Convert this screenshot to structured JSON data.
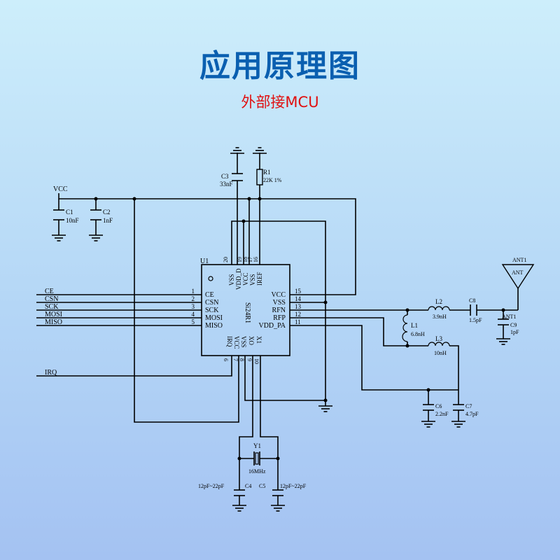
{
  "title": "应用原理图",
  "subtitle": "外部接MCU",
  "colors": {
    "title": "#0a5fb0",
    "subtitle": "#e01010",
    "wire": "#000000"
  },
  "chip": {
    "ref": "U1",
    "center_label": "Si24R1",
    "pins_left": [
      {
        "num": "1",
        "name": "CE"
      },
      {
        "num": "2",
        "name": "CSN"
      },
      {
        "num": "3",
        "name": "SCK"
      },
      {
        "num": "4",
        "name": "MOSI"
      },
      {
        "num": "5",
        "name": "MISO"
      }
    ],
    "pins_right": [
      {
        "num": "15",
        "name": "VCC"
      },
      {
        "num": "14",
        "name": "VSS"
      },
      {
        "num": "13",
        "name": "RFN"
      },
      {
        "num": "12",
        "name": "RFP"
      },
      {
        "num": "11",
        "name": "VDD_PA"
      }
    ],
    "pins_top": [
      {
        "num": "20",
        "name": "VSS"
      },
      {
        "num": "19",
        "name": "VDD_D"
      },
      {
        "num": "18",
        "name": "VCC"
      },
      {
        "num": "17",
        "name": "VSS"
      },
      {
        "num": "16",
        "name": "IREF"
      }
    ],
    "pins_bottom": [
      {
        "num": "6",
        "name": "IRQ"
      },
      {
        "num": "7",
        "name": "VCC"
      },
      {
        "num": "8",
        "name": "VSS"
      },
      {
        "num": "9",
        "name": "XO"
      },
      {
        "num": "10",
        "name": "X1"
      }
    ]
  },
  "signals": [
    "CE",
    "CSN",
    "SCK",
    "MOSI",
    "MISO",
    "IRQ"
  ],
  "power_label": "VCC",
  "components": {
    "C1": {
      "ref": "C1",
      "value": "10nF"
    },
    "C2": {
      "ref": "C2",
      "value": "1nF"
    },
    "C3": {
      "ref": "C3",
      "value": "33nF"
    },
    "R1": {
      "ref": "R1",
      "value": "22K 1%"
    },
    "L1": {
      "ref": "L1",
      "value": "6.8nH"
    },
    "L2": {
      "ref": "L2",
      "value": "3.9nH"
    },
    "L3": {
      "ref": "L3",
      "value": "10nH"
    },
    "C4": {
      "ref": "C4",
      "value": "12pF~22pF"
    },
    "C5": {
      "ref": "C5",
      "value": "12pF~22pF"
    },
    "C6": {
      "ref": "C6",
      "value": "2.2nF"
    },
    "C7": {
      "ref": "C7",
      "value": "4.7pF"
    },
    "C8": {
      "ref": "C8",
      "value": "1.5pF"
    },
    "C9": {
      "ref": "C9",
      "value": "1pF"
    },
    "Y1": {
      "ref": "Y1",
      "value": "16MHz"
    },
    "ANT1": {
      "ref": "ANT1",
      "body": "ANT",
      "node": "ANT1"
    }
  }
}
